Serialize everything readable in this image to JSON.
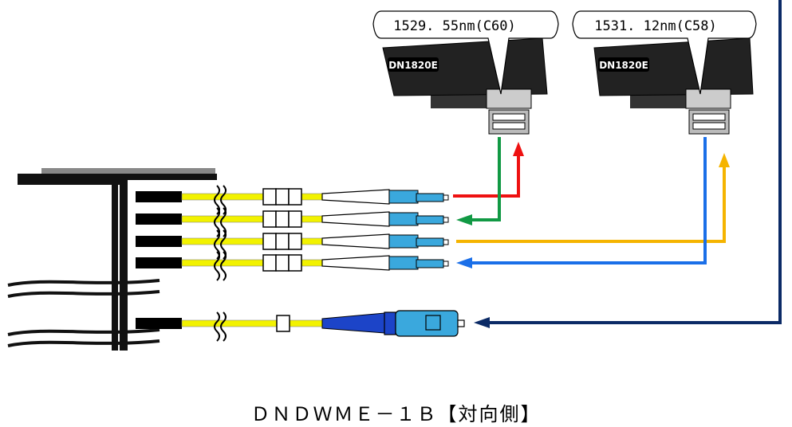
{
  "caption": "ＤＮＤＷＭＥ－１Ｂ【対向側】",
  "transceivers": [
    {
      "model": "DN1820E",
      "wavelength": "1529. 55nm(C60)"
    },
    {
      "model": "DN1820E",
      "wavelength": "1531. 12nm(C58)"
    }
  ],
  "colors": {
    "red": "#ee1111",
    "green": "#119944",
    "orange": "#f5b400",
    "blue": "#1b6fe8",
    "navy": "#0b2a66",
    "fiber": "#f2f200",
    "connector": "#3aa8dd",
    "sc_body": "#1c44c8"
  }
}
